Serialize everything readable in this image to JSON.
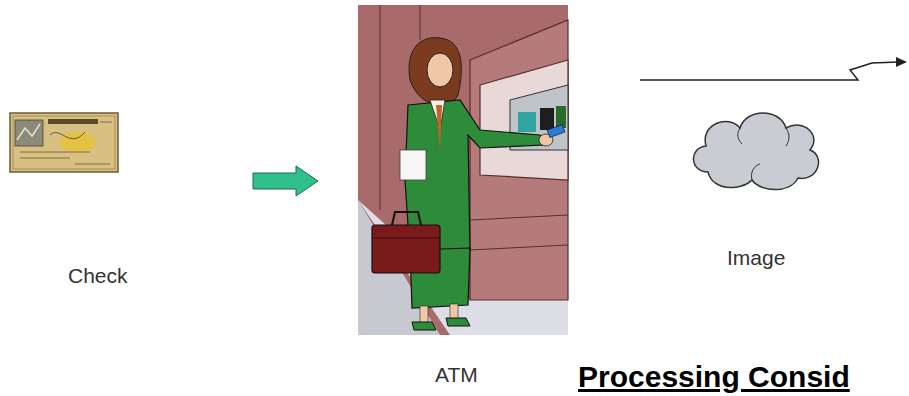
{
  "diagram": {
    "nodes": [
      {
        "text": [
          "Check"
        ]
      },
      {
        "text": [
          "ATM"
        ]
      },
      {
        "text": [
          "Image"
        ]
      }
    ],
    "edges": [
      {
        "from": 0,
        "to": 1,
        "arrow": "to"
      }
    ],
    "labels": [
      "Processing Consid"
    ]
  }
}
